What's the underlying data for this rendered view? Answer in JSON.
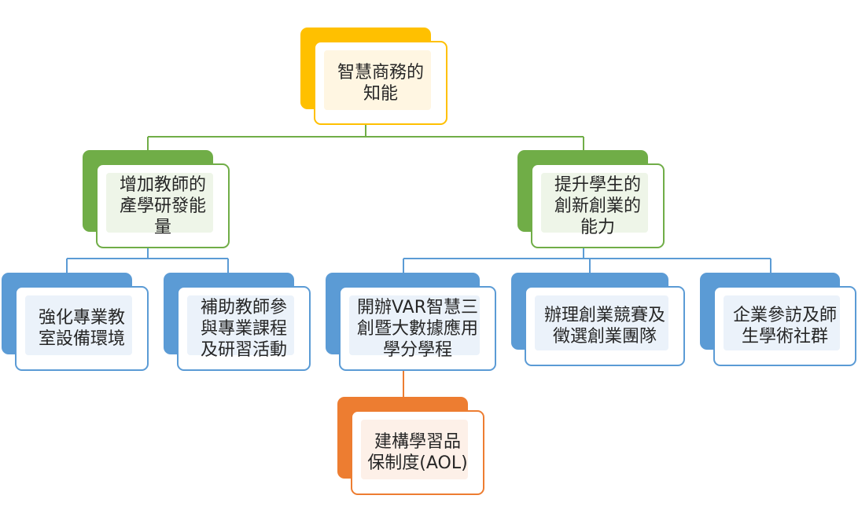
{
  "diagram": {
    "root": {
      "label": "智慧商務的知能",
      "line1": "智慧商務的",
      "line2": "知能",
      "color": "#ffc000"
    },
    "branch_left": {
      "label": "增加教師的產學研發能量",
      "line1": "增加教師的",
      "line2": "產學研發能",
      "line3": "量",
      "color": "#70ad47"
    },
    "branch_right": {
      "label": "提升學生的創新創業的能力",
      "line1": "提升學生的",
      "line2": "創新創業的",
      "line3": "能力",
      "color": "#70ad47"
    },
    "leaf1": {
      "line1": "強化專業教",
      "line2": "室設備環境",
      "color": "#5b9bd5"
    },
    "leaf2": {
      "line1": "補助教師參",
      "line2": "與專業課程",
      "line3": "及研習活動",
      "color": "#5b9bd5"
    },
    "leaf3": {
      "line1": "開辦VAR智慧三",
      "line2": "創暨大數據應用",
      "line3": "學分學程",
      "color": "#5b9bd5"
    },
    "leaf4": {
      "line1": "辦理創業競賽及",
      "line2": "徵選創業團隊",
      "color": "#5b9bd5"
    },
    "leaf5": {
      "line1": "企業參訪及師",
      "line2": "生學術社群",
      "color": "#5b9bd5"
    },
    "sub3": {
      "line1": "建構學習品",
      "line2": "保制度(AOL)",
      "color": "#ed7d31"
    },
    "connector_colors": {
      "root": "#70ad47",
      "left": "#5b9bd5",
      "right": "#5b9bd5",
      "sub": "#ed7d31"
    }
  }
}
